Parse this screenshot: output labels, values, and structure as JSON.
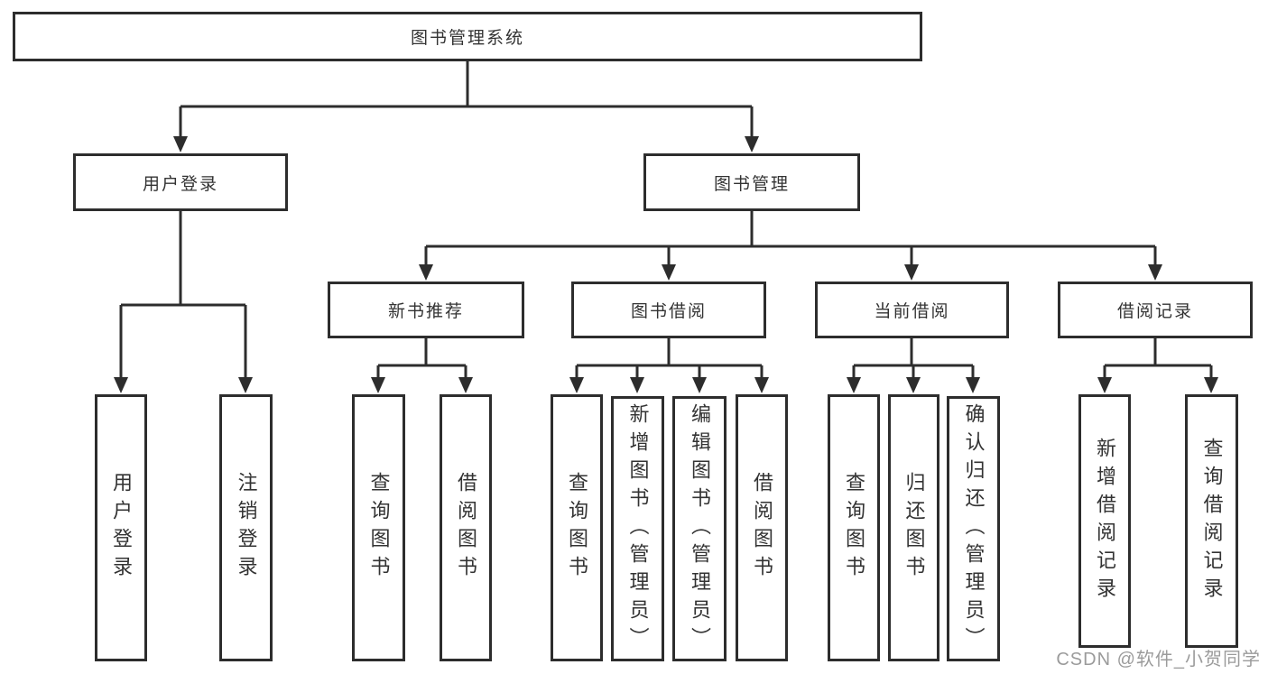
{
  "tree": {
    "label": "图书管理系统",
    "children": [
      {
        "label": "用户登录",
        "children": [
          {
            "label": "用户登录"
          },
          {
            "label": "注销登录"
          }
        ]
      },
      {
        "label": "图书管理",
        "children": [
          {
            "label": "新书推荐",
            "children": [
              {
                "label": "查询图书"
              },
              {
                "label": "借阅图书"
              }
            ]
          },
          {
            "label": "图书借阅",
            "children": [
              {
                "label": "查询图书"
              },
              {
                "label": "新增图书（管理员）"
              },
              {
                "label": "编辑图书（管理员）"
              },
              {
                "label": "借阅图书"
              }
            ]
          },
          {
            "label": "当前借阅",
            "children": [
              {
                "label": "查询图书"
              },
              {
                "label": "归还图书"
              },
              {
                "label": "确认归还（管理员）"
              }
            ]
          },
          {
            "label": "借阅记录",
            "children": [
              {
                "label": "新增借阅记录"
              },
              {
                "label": "查询借阅记录"
              }
            ]
          }
        ]
      }
    ]
  },
  "watermark": "CSDN @软件_小贺同学",
  "colors": {
    "line": "#2d2d2d",
    "box_border": "#2d2d2d",
    "text": "#333333",
    "watermark": "#9b9b9b",
    "background": "#ffffff"
  }
}
